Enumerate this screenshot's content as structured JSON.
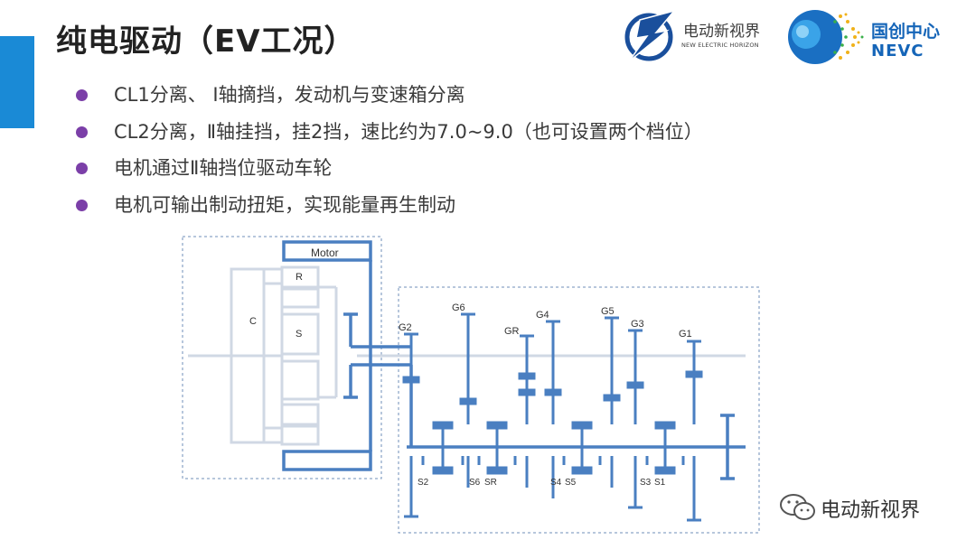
{
  "slide": {
    "title": "纯电驱动（EV工况）",
    "accent_color": "#1a8ad6",
    "bullet_color": "#7b3fa8"
  },
  "logos": {
    "ev_horizon_cn": "电动新视界",
    "ev_horizon_en": "NEW ELECTRIC HORIZON",
    "nevc_cn": "国创中心",
    "nevc_en": "NEVC"
  },
  "bullets": [
    "CL1分离、 Ⅰ轴摘挡，发动机与变速箱分离",
    "CL2分离，Ⅱ轴挂挡，挂2挡，速比约为7.0~9.0（也可设置两个档位）",
    "电机通过Ⅱ轴挡位驱动车轮",
    "电机可输出制动扭矩，实现能量再生制动"
  ],
  "diagram": {
    "motor_label": "Motor",
    "r_label": "R",
    "c_label": "C",
    "s_label": "S",
    "gear_labels": [
      "G2",
      "G6",
      "GR",
      "G4",
      "G5",
      "G3",
      "G1"
    ],
    "sync_labels": [
      "S2",
      "S6",
      "SR",
      "S4",
      "S5",
      "S3",
      "S1"
    ],
    "active_color": "#4a7fc1",
    "inactive_color": "#d0d8e4"
  },
  "watermark": {
    "icon": "wechat-icon",
    "text": "电动新视界"
  }
}
